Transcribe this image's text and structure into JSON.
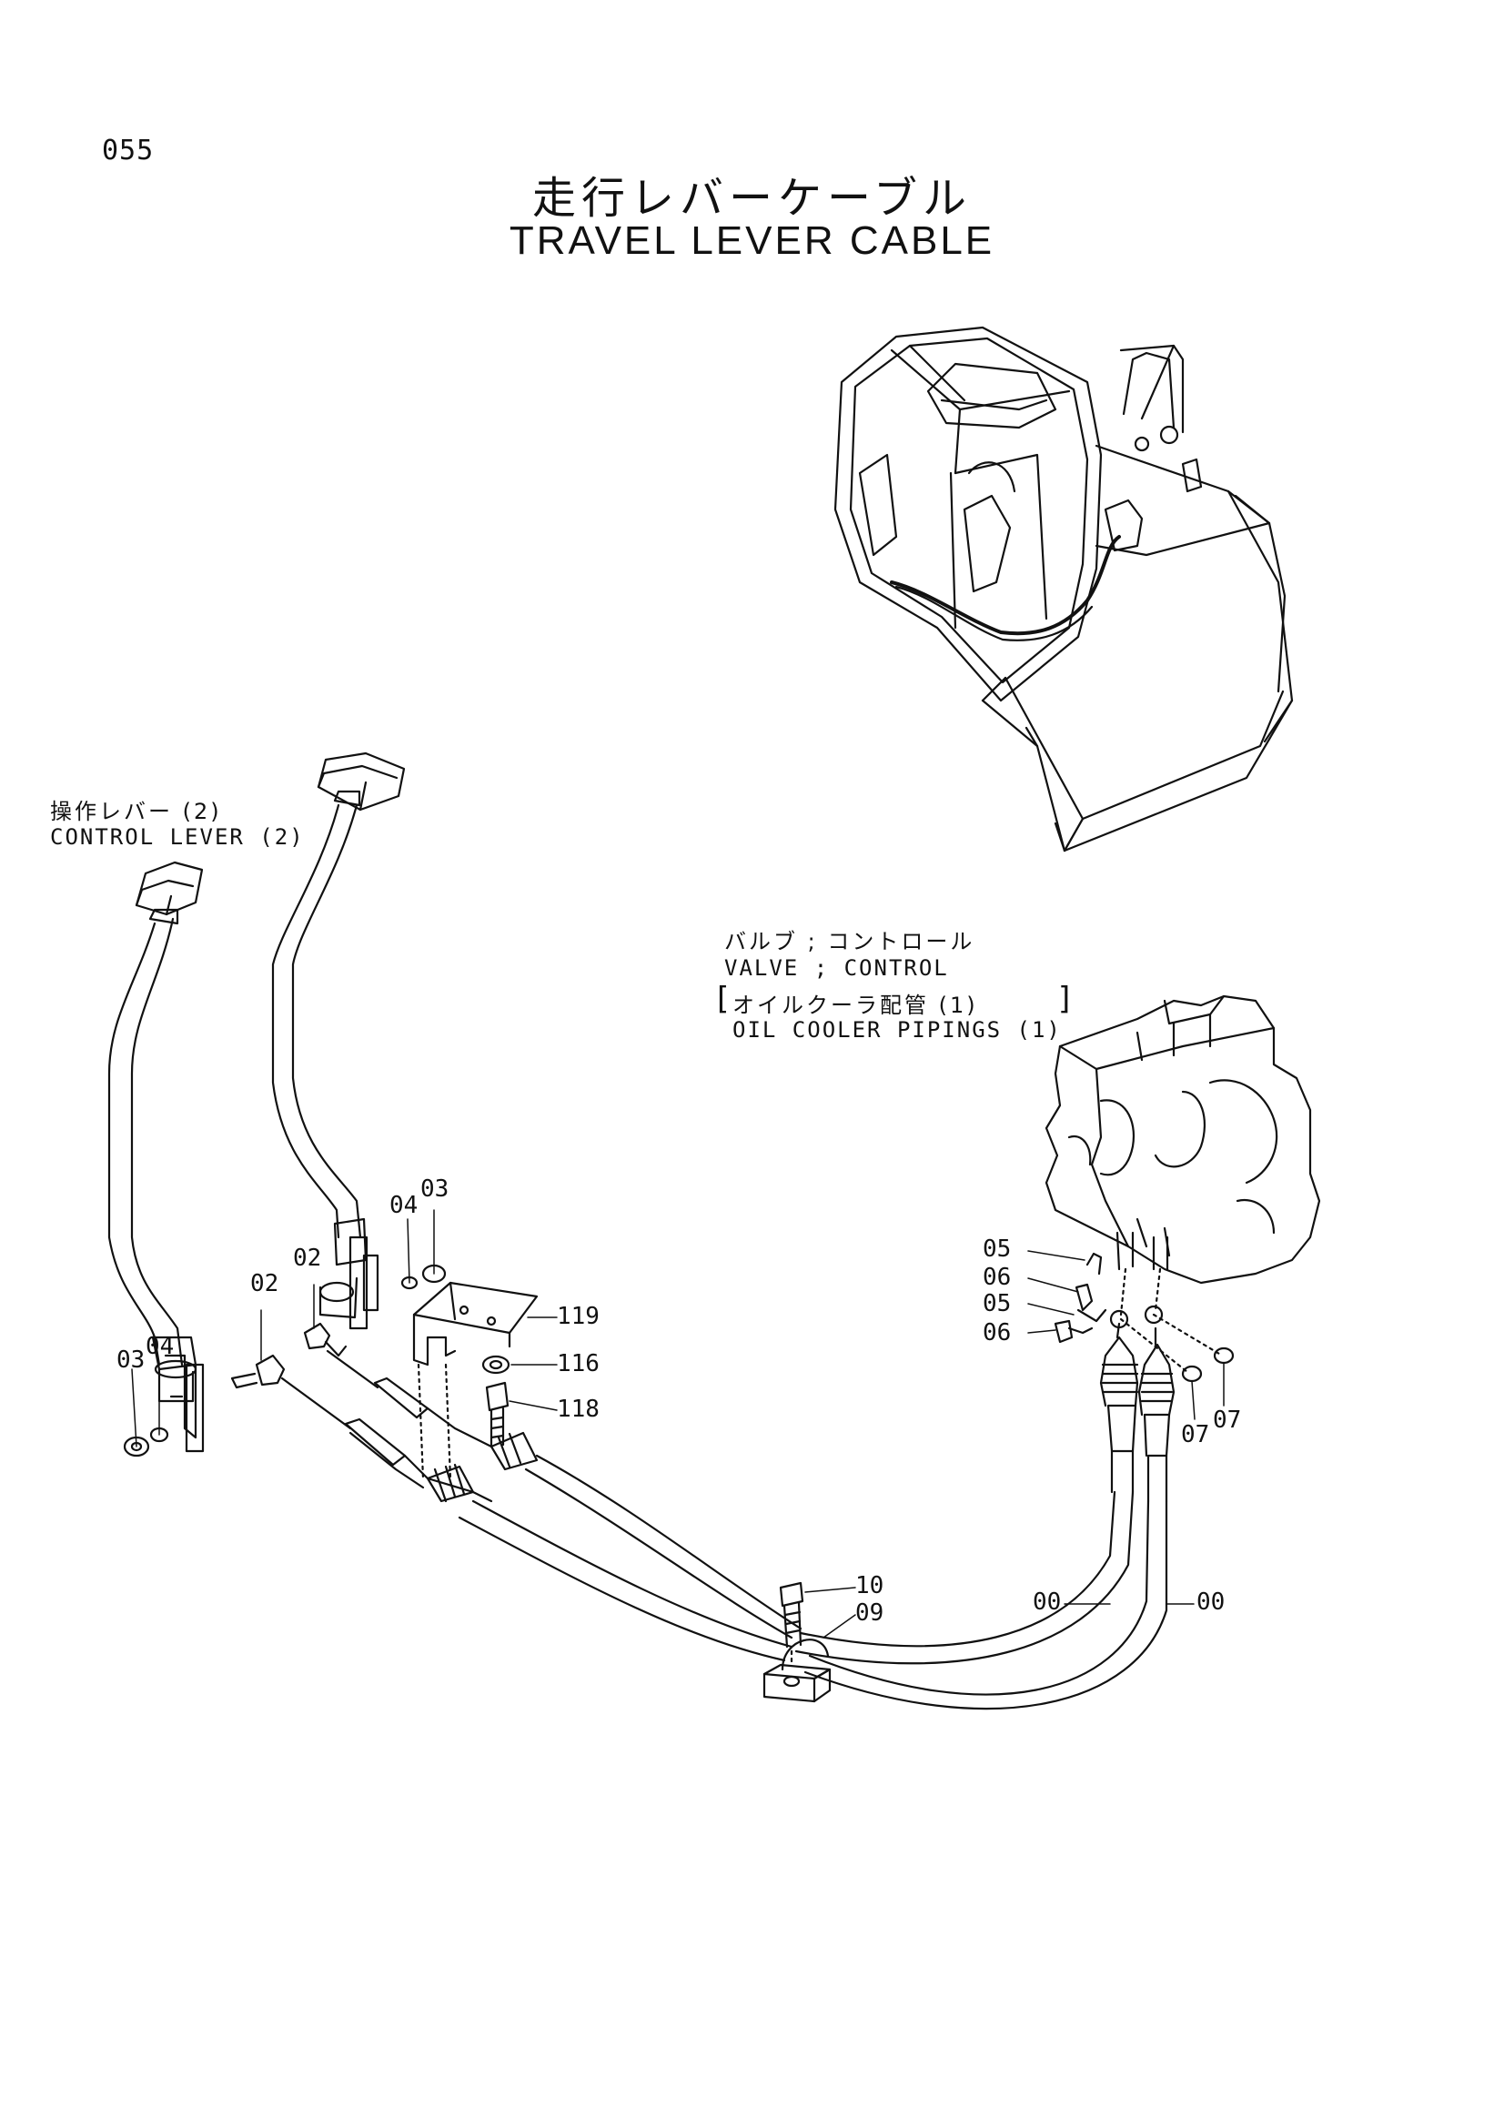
{
  "page_number": "055",
  "title_jp": "走行レバーケーブル",
  "title_en": "TRAVEL LEVER CABLE",
  "notes": {
    "control_lever_jp": "操作レバー (2)",
    "control_lever_en": "CONTROL  LEVER (2)",
    "valve_jp": "バルブ ; コントロール",
    "valve_en": "VALVE ; CONTROL",
    "oil_cooler_jp": "オイルクーラ配管 (1)",
    "oil_cooler_en": "OIL  COOLER  PIPINGS (1)"
  },
  "part_labels": {
    "p03_left": "03",
    "p04_left": "04",
    "p02_left": "02",
    "p02_mid": "02",
    "p04_mid": "04",
    "p03_mid": "03",
    "p119": "119",
    "p116": "116",
    "p118": "118",
    "p10": "10",
    "p09": "09",
    "p00_left": "00",
    "p00_right": "00",
    "p05_a": "05",
    "p06_a": "06",
    "p05_b": "05",
    "p06_b": "06",
    "p07_a": "07",
    "p07_b": "07"
  }
}
